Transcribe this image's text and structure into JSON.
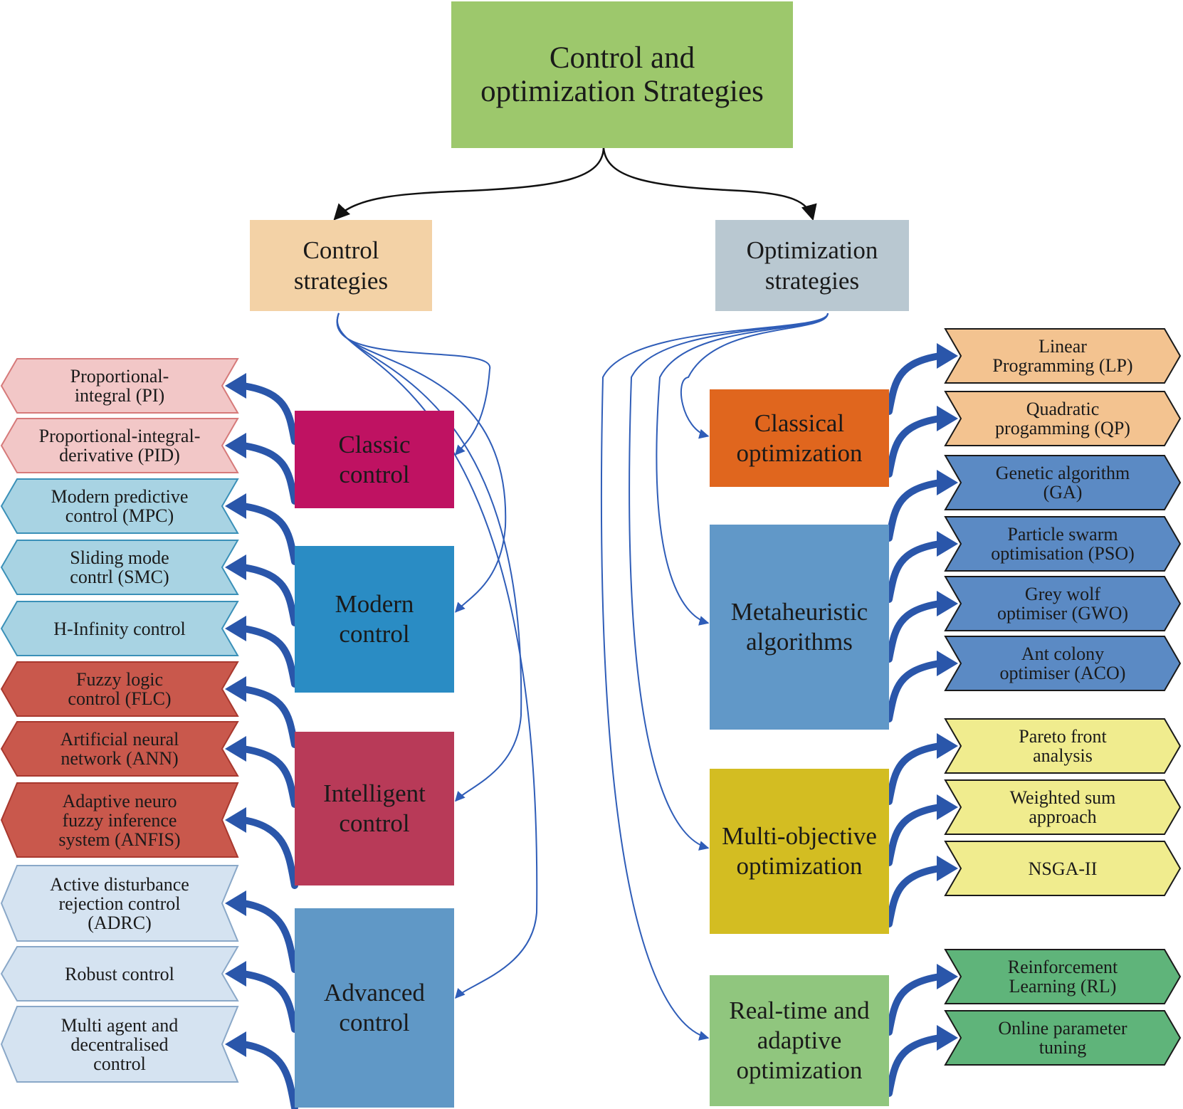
{
  "root": {
    "label": "Control and\noptimization Strategies",
    "color": "#9dc86c"
  },
  "control": {
    "label": "Control\nstrategies",
    "color": "#f3d2a6",
    "arrow_color": "#2f5db8",
    "categories": [
      {
        "label": "Classic\ncontrol",
        "color": "#bf1262",
        "leaves": [
          {
            "label": "Proportional-\nintegral (PI)",
            "fill": "#f2c7c7",
            "stroke": "#d67a7a"
          },
          {
            "label": "Proportional-integral-\nderivative (PID)",
            "fill": "#f2c7c7",
            "stroke": "#d67a7a"
          }
        ]
      },
      {
        "label": "Modern\ncontrol",
        "color": "#2a8cc4",
        "leaves": [
          {
            "label": "Modern predictive\ncontrol (MPC)",
            "fill": "#a8d3e3",
            "stroke": "#3a90b8"
          },
          {
            "label": "Sliding mode\ncontrl (SMC)",
            "fill": "#a8d3e3",
            "stroke": "#3a90b8"
          },
          {
            "label": "H-Infinity control",
            "fill": "#a8d3e3",
            "stroke": "#3a90b8"
          }
        ]
      },
      {
        "label": "Intelligent\ncontrol",
        "color": "#b83a58",
        "leaves": [
          {
            "label": "Fuzzy logic\ncontrol (FLC)",
            "fill": "#c9584c",
            "stroke": "#a8382e"
          },
          {
            "label": "Artificial neural\nnetwork (ANN)",
            "fill": "#c9584c",
            "stroke": "#a8382e"
          },
          {
            "label": "Adaptive neuro\nfuzzy inference\nsystem (ANFIS)",
            "fill": "#c9584c",
            "stroke": "#a8382e"
          }
        ]
      },
      {
        "label": "Advanced\ncontrol",
        "color": "#6098c6",
        "leaves": [
          {
            "label": "Active disturbance\nrejection control\n(ADRC)",
            "fill": "#d5e3f1",
            "stroke": "#8aa8c8"
          },
          {
            "label": "Robust control",
            "fill": "#d5e3f1",
            "stroke": "#8aa8c8"
          },
          {
            "label": "Multi agent and\ndecentralised\ncontrol",
            "fill": "#d5e3f1",
            "stroke": "#8aa8c8"
          }
        ]
      }
    ]
  },
  "optimization": {
    "label": "Optimization\nstrategies",
    "color": "#b9c8d1",
    "arrow_color": "#2f5db8",
    "categories": [
      {
        "label": "Classical\noptimization",
        "color": "#e0661e",
        "leaves": [
          {
            "label": "Linear\nProgramming (LP)",
            "fill": "#f3c390",
            "stroke": "#1a1a1a"
          },
          {
            "label": "Quadratic\nprogamming (QP)",
            "fill": "#f3c390",
            "stroke": "#1a1a1a"
          }
        ]
      },
      {
        "label": "Metaheuristic\nalgorithms",
        "color": "#6198c8",
        "leaves": [
          {
            "label": "Genetic algorithm\n(GA)",
            "fill": "#5b8ac4",
            "stroke": "#1a1a1a"
          },
          {
            "label": "Particle swarm\noptimisation (PSO)",
            "fill": "#5b8ac4",
            "stroke": "#1a1a1a"
          },
          {
            "label": "Grey wolf\noptimiser (GWO)",
            "fill": "#5b8ac4",
            "stroke": "#1a1a1a"
          },
          {
            "label": "Ant colony\noptimiser (ACO)",
            "fill": "#5b8ac4",
            "stroke": "#1a1a1a"
          }
        ]
      },
      {
        "label": "Multi-objective\noptimization",
        "color": "#d3bd22",
        "leaves": [
          {
            "label": "Pareto front\nanalysis",
            "fill": "#f0ec8e",
            "stroke": "#1a1a1a"
          },
          {
            "label": "Weighted sum\napproach",
            "fill": "#f0ec8e",
            "stroke": "#1a1a1a"
          },
          {
            "label": "NSGA-II",
            "fill": "#f0ec8e",
            "stroke": "#1a1a1a"
          }
        ]
      },
      {
        "label": "Real-time and\nadaptive\noptimization",
        "color": "#90c67e",
        "leaves": [
          {
            "label": "Reinforcement\nLearning (RL)",
            "fill": "#5fb47a",
            "stroke": "#1a1a1a"
          },
          {
            "label": "Online parameter\ntuning",
            "fill": "#5fb47a",
            "stroke": "#1a1a1a"
          }
        ]
      }
    ]
  }
}
